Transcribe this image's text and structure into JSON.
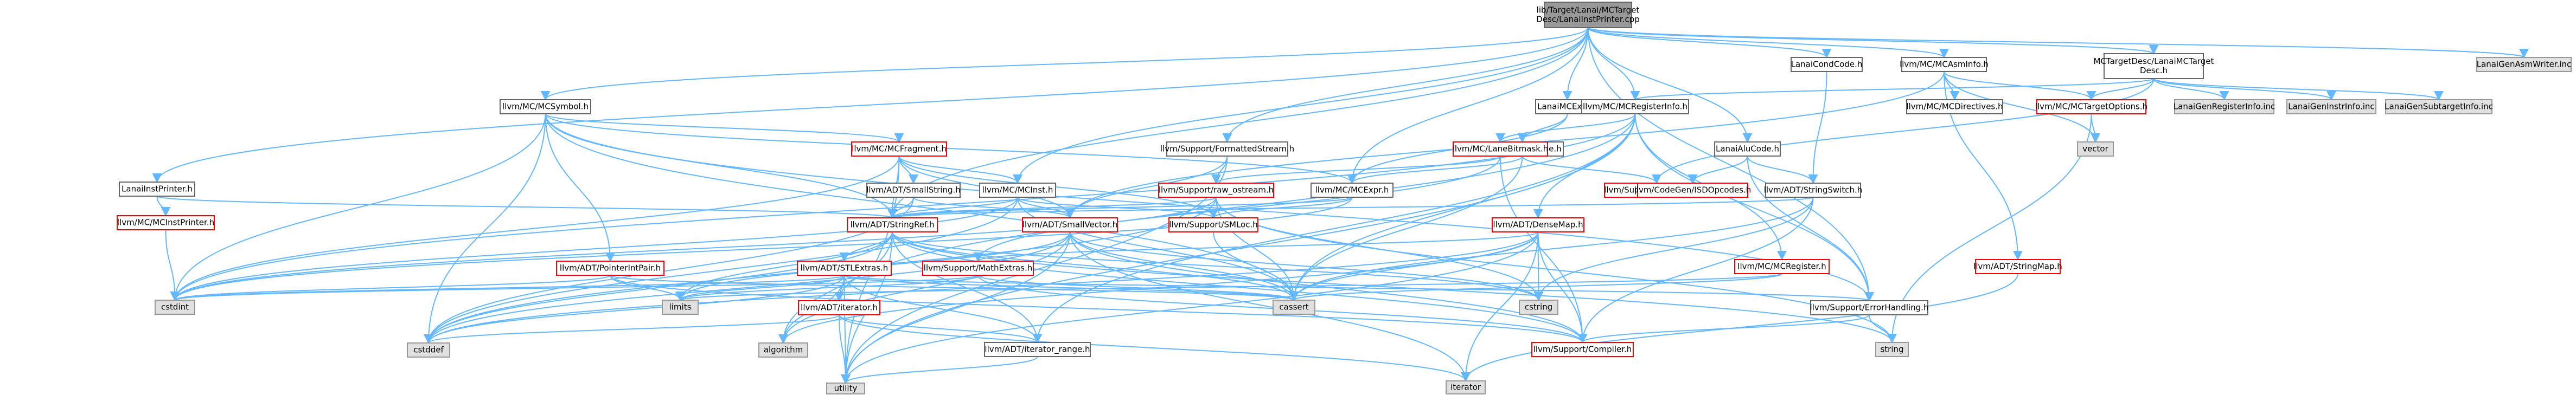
{
  "title": "lib/Target/Lanai/MCTargetDesc/LanaiInstPrinter.cpp include dependency graph",
  "nodes": [
    {
      "id": "root",
      "lines": [
        "lib/Target/Lanai/MCTarget",
        "Desc/LanaiInstPrinter.cpp"
      ],
      "style": "root"
    },
    {
      "id": "LanaiInstPrinter_h",
      "lines": [
        "LanaiInstPrinter.h"
      ],
      "style": "normal"
    },
    {
      "id": "MCInstPrinter_h",
      "lines": [
        "llvm/MC/MCInstPrinter.h"
      ],
      "style": "red"
    },
    {
      "id": "StringRef_h",
      "lines": [
        "llvm/ADT/StringRef.h"
      ],
      "style": "red"
    },
    {
      "id": "MCSymbol_h",
      "lines": [
        "llvm/MC/MCSymbol.h"
      ],
      "style": "normal"
    },
    {
      "id": "MCFragment_h",
      "lines": [
        "llvm/MC/MCFragment.h"
      ],
      "style": "red"
    },
    {
      "id": "SmallString_h",
      "lines": [
        "llvm/ADT/SmallString.h"
      ],
      "style": "normal"
    },
    {
      "id": "MCInst_h",
      "lines": [
        "llvm/MC/MCInst.h"
      ],
      "style": "normal"
    },
    {
      "id": "SmallVector_h",
      "lines": [
        "llvm/ADT/SmallVector.h"
      ],
      "style": "red"
    },
    {
      "id": "PointerIntPair_h",
      "lines": [
        "llvm/ADT/PointerIntPair.h"
      ],
      "style": "red"
    },
    {
      "id": "STLExtras_h",
      "lines": [
        "llvm/ADT/STLExtras.h"
      ],
      "style": "red"
    },
    {
      "id": "Iterator_h",
      "lines": [
        "llvm/ADT/iterator.h"
      ],
      "style": "red"
    },
    {
      "id": "MathExtras_h",
      "lines": [
        "llvm/Support/MathExtras.h"
      ],
      "style": "red"
    },
    {
      "id": "FormattedStream_h",
      "lines": [
        "llvm/Support/FormattedStream.h"
      ],
      "style": "normal"
    },
    {
      "id": "raw_ostream_h",
      "lines": [
        "llvm/Support/raw_ostream.h"
      ],
      "style": "red"
    },
    {
      "id": "SMLoc_h",
      "lines": [
        "llvm/Support/SMLoc.h"
      ],
      "style": "red"
    },
    {
      "id": "LanaiMCExpr_h",
      "lines": [
        "LanaiMCExpr.h"
      ],
      "style": "normal"
    },
    {
      "id": "MCValue_h",
      "lines": [
        "llvm/MC/MCValue.h"
      ],
      "style": "normal"
    },
    {
      "id": "MCExpr_h",
      "lines": [
        "llvm/MC/MCExpr.h"
      ],
      "style": "normal"
    },
    {
      "id": "LaneBitmask_h",
      "lines": [
        "llvm/MC/LaneBitmask.h"
      ],
      "style": "red"
    },
    {
      "id": "MCRegisterInfo_h",
      "lines": [
        "llvm/MC/MCRegisterInfo.h"
      ],
      "style": "normal"
    },
    {
      "id": "DataTypes_h",
      "lines": [
        "llvm/Support/DataTypes.h"
      ],
      "style": "red"
    },
    {
      "id": "DenseMap_h",
      "lines": [
        "llvm/ADT/DenseMap.h"
      ],
      "style": "red"
    },
    {
      "id": "MCRegister_h",
      "lines": [
        "llvm/MC/MCRegister.h"
      ],
      "style": "red"
    },
    {
      "id": "StringMap_h",
      "lines": [
        "llvm/ADT/StringMap.h"
      ],
      "style": "red"
    },
    {
      "id": "LanaiCondCode_h",
      "lines": [
        "LanaiCondCode.h"
      ],
      "style": "normal"
    },
    {
      "id": "LanaiAluCode_h",
      "lines": [
        "LanaiAluCode.h"
      ],
      "style": "normal"
    },
    {
      "id": "ISDOpcodes_h",
      "lines": [
        "llvm/CodeGen/ISDOpcodes.h"
      ],
      "style": "red"
    },
    {
      "id": "StringSwitch_h",
      "lines": [
        "llvm/ADT/StringSwitch.h"
      ],
      "style": "normal"
    },
    {
      "id": "ErrorHandling_h",
      "lines": [
        "llvm/Support/ErrorHandling.h"
      ],
      "style": "normal"
    },
    {
      "id": "Compiler_h",
      "lines": [
        "llvm/Support/Compiler.h"
      ],
      "style": "red"
    },
    {
      "id": "MCAsmInfo_h",
      "lines": [
        "llvm/MC/MCAsmInfo.h"
      ],
      "style": "normal"
    },
    {
      "id": "MCDirectives_h",
      "lines": [
        "llvm/MC/MCDirectives.h"
      ],
      "style": "normal"
    },
    {
      "id": "MCTargetOptions_h",
      "lines": [
        "llvm/MC/MCTargetOptions.h"
      ],
      "style": "red"
    },
    {
      "id": "LanaiMCTargetDesc_h",
      "lines": [
        "MCTargetDesc/LanaiMCTarget",
        "Desc.h"
      ],
      "style": "normal"
    },
    {
      "id": "LanaiGenRegisterInfo_inc",
      "lines": [
        "LanaiGenRegisterInfo.inc"
      ],
      "style": "gray"
    },
    {
      "id": "LanaiGenInstrInfo_inc",
      "lines": [
        "LanaiGenInstrInfo.inc"
      ],
      "style": "gray"
    },
    {
      "id": "LanaiGenSubtargetInfo_inc",
      "lines": [
        "LanaiGenSubtargetInfo.inc"
      ],
      "style": "gray"
    },
    {
      "id": "LanaiGenAsmWriter_inc",
      "lines": [
        "LanaiGenAsmWriter.inc"
      ],
      "style": "gray"
    },
    {
      "id": "Iterator_range_h",
      "lines": [
        "llvm/ADT/iterator_range.h"
      ],
      "style": "normal"
    },
    {
      "id": "cstdint",
      "lines": [
        "cstdint"
      ],
      "style": "gray"
    },
    {
      "id": "limits",
      "lines": [
        "limits"
      ],
      "style": "gray"
    },
    {
      "id": "cassert",
      "lines": [
        "cassert"
      ],
      "style": "gray"
    },
    {
      "id": "cstring",
      "lines": [
        "cstring"
      ],
      "style": "gray"
    },
    {
      "id": "cstddef",
      "lines": [
        "cstddef"
      ],
      "style": "gray"
    },
    {
      "id": "algorithm",
      "lines": [
        "algorithm"
      ],
      "style": "gray"
    },
    {
      "id": "utility",
      "lines": [
        "utility"
      ],
      "style": "gray"
    },
    {
      "id": "iterator",
      "lines": [
        "iterator"
      ],
      "style": "gray"
    },
    {
      "id": "string",
      "lines": [
        "string"
      ],
      "style": "gray"
    },
    {
      "id": "vector",
      "lines": [
        "vector"
      ],
      "style": "gray"
    }
  ],
  "edges": [
    [
      "root",
      "LanaiInstPrinter_h"
    ],
    [
      "root",
      "MCSymbol_h"
    ],
    [
      "root",
      "MCExpr_h"
    ],
    [
      "root",
      "MCInst_h"
    ],
    [
      "root",
      "FormattedStream_h"
    ],
    [
      "root",
      "LanaiMCExpr_h"
    ],
    [
      "root",
      "MCRegisterInfo_h"
    ],
    [
      "root",
      "LanaiCondCode_h"
    ],
    [
      "root",
      "LanaiAluCode_h"
    ],
    [
      "root",
      "MCAsmInfo_h"
    ],
    [
      "root",
      "LanaiMCTargetDesc_h"
    ],
    [
      "root",
      "LanaiGenAsmWriter_inc"
    ],
    [
      "root",
      "ErrorHandling_h"
    ],
    [
      "root",
      "StringRef_h"
    ],
    [
      "LanaiInstPrinter_h",
      "MCInstPrinter_h"
    ],
    [
      "LanaiInstPrinter_h",
      "StringRef_h"
    ],
    [
      "MCInstPrinter_h",
      "cstdint"
    ],
    [
      "MCSymbol_h",
      "MCFragment_h"
    ],
    [
      "MCSymbol_h",
      "StringRef_h"
    ],
    [
      "MCSymbol_h",
      "PointerIntPair_h"
    ],
    [
      "MCSymbol_h",
      "MCExpr_h"
    ],
    [
      "MCSymbol_h",
      "ErrorHandling_h"
    ],
    [
      "MCSymbol_h",
      "cassert"
    ],
    [
      "MCSymbol_h",
      "cstddef"
    ],
    [
      "MCSymbol_h",
      "cstdint"
    ],
    [
      "MCFragment_h",
      "SmallString_h"
    ],
    [
      "MCFragment_h",
      "SmallVector_h"
    ],
    [
      "MCFragment_h",
      "StringRef_h"
    ],
    [
      "MCFragment_h",
      "MCInst_h"
    ],
    [
      "MCFragment_h",
      "SMLoc_h"
    ],
    [
      "MCFragment_h",
      "utility"
    ],
    [
      "MCFragment_h",
      "cstdint"
    ],
    [
      "SmallString_h",
      "SmallVector_h"
    ],
    [
      "SmallString_h",
      "StringRef_h"
    ],
    [
      "SmallString_h",
      "cstddef"
    ],
    [
      "MCInst_h",
      "SmallVector_h"
    ],
    [
      "MCInst_h",
      "StringRef_h"
    ],
    [
      "MCInst_h",
      "SMLoc_h"
    ],
    [
      "MCInst_h",
      "cassert"
    ],
    [
      "MCInst_h",
      "cstddef"
    ],
    [
      "MCInst_h",
      "cstdint"
    ],
    [
      "SmallVector_h",
      "Compiler_h"
    ],
    [
      "SmallVector_h",
      "algorithm"
    ],
    [
      "SmallVector_h",
      "cassert"
    ],
    [
      "SmallVector_h",
      "cstddef"
    ],
    [
      "SmallVector_h",
      "cstring"
    ],
    [
      "SmallVector_h",
      "iterator"
    ],
    [
      "SmallVector_h",
      "limits"
    ],
    [
      "SmallVector_h",
      "utility"
    ],
    [
      "StringRef_h",
      "STLExtras_h"
    ],
    [
      "StringRef_h",
      "Iterator_range_h"
    ],
    [
      "StringRef_h",
      "Compiler_h"
    ],
    [
      "StringRef_h",
      "algorithm"
    ],
    [
      "StringRef_h",
      "cassert"
    ],
    [
      "StringRef_h",
      "cstddef"
    ],
    [
      "StringRef_h",
      "cstring"
    ],
    [
      "StringRef_h",
      "limits"
    ],
    [
      "StringRef_h",
      "string"
    ],
    [
      "StringRef_h",
      "utility"
    ],
    [
      "PointerIntPair_h",
      "Compiler_h"
    ],
    [
      "PointerIntPair_h",
      "cassert"
    ],
    [
      "PointerIntPair_h",
      "cstdint"
    ],
    [
      "PointerIntPair_h",
      "limits"
    ],
    [
      "STLExtras_h",
      "Iterator_h"
    ],
    [
      "STLExtras_h",
      "Iterator_range_h"
    ],
    [
      "STLExtras_h",
      "ErrorHandling_h"
    ],
    [
      "STLExtras_h",
      "algorithm"
    ],
    [
      "STLExtras_h",
      "cassert"
    ],
    [
      "STLExtras_h",
      "cstddef"
    ],
    [
      "STLExtras_h",
      "cstdint"
    ],
    [
      "STLExtras_h",
      "limits"
    ],
    [
      "STLExtras_h",
      "utility"
    ],
    [
      "Iterator_h",
      "Iterator_range_h"
    ],
    [
      "Iterator_h",
      "cstddef"
    ],
    [
      "Iterator_h",
      "iterator"
    ],
    [
      "Iterator_h",
      "utility"
    ],
    [
      "Iterator_range_h",
      "utility"
    ],
    [
      "MathExtras_h",
      "Compiler_h"
    ],
    [
      "MathExtras_h",
      "cassert"
    ],
    [
      "MathExtras_h",
      "cstdint"
    ],
    [
      "MathExtras_h",
      "limits"
    ],
    [
      "FormattedStream_h",
      "SmallVector_h"
    ],
    [
      "FormattedStream_h",
      "raw_ostream_h"
    ],
    [
      "FormattedStream_h",
      "utility"
    ],
    [
      "raw_ostream_h",
      "StringRef_h"
    ],
    [
      "raw_ostream_h",
      "cassert"
    ],
    [
      "raw_ostream_h",
      "cstddef"
    ],
    [
      "raw_ostream_h",
      "cstdint"
    ],
    [
      "raw_ostream_h",
      "cstring"
    ],
    [
      "raw_ostream_h",
      "string"
    ],
    [
      "SMLoc_h",
      "cassert"
    ],
    [
      "LanaiMCExpr_h",
      "MCExpr_h"
    ],
    [
      "LanaiMCExpr_h",
      "MCValue_h"
    ],
    [
      "MCValue_h",
      "MCExpr_h"
    ],
    [
      "MCValue_h",
      "DataTypes_h"
    ],
    [
      "MCValue_h",
      "cassert"
    ],
    [
      "MCExpr_h",
      "SMLoc_h"
    ],
    [
      "MCExpr_h",
      "cstdint"
    ],
    [
      "MCExpr_h",
      "StringRef_h"
    ],
    [
      "MCRegisterInfo_h",
      "DenseMap_h"
    ],
    [
      "MCRegisterInfo_h",
      "Iterator_h"
    ],
    [
      "MCRegisterInfo_h",
      "Iterator_range_h"
    ],
    [
      "MCRegisterInfo_h",
      "LaneBitmask_h"
    ],
    [
      "MCRegisterInfo_h",
      "MCRegister_h"
    ],
    [
      "MCRegisterInfo_h",
      "ErrorHandling_h"
    ],
    [
      "MCRegisterInfo_h",
      "cassert"
    ],
    [
      "MCRegisterInfo_h",
      "cstdint"
    ],
    [
      "MCRegisterInfo_h",
      "utility"
    ],
    [
      "LaneBitmask_h",
      "Compiler_h"
    ],
    [
      "LaneBitmask_h",
      "MathExtras_h"
    ],
    [
      "LaneBitmask_h",
      "raw_ostream_h"
    ],
    [
      "DenseMap_h",
      "MathExtras_h"
    ],
    [
      "DenseMap_h",
      "Compiler_h"
    ],
    [
      "DenseMap_h",
      "algorithm"
    ],
    [
      "DenseMap_h",
      "cassert"
    ],
    [
      "DenseMap_h",
      "cstddef"
    ],
    [
      "DenseMap_h",
      "cstring"
    ],
    [
      "DenseMap_h",
      "iterator"
    ],
    [
      "DenseMap_h",
      "utility"
    ],
    [
      "MCRegister_h",
      "cassert"
    ],
    [
      "MCRegister_h",
      "limits"
    ],
    [
      "LanaiCondCode_h",
      "StringSwitch_h"
    ],
    [
      "LanaiAluCode_h",
      "ISDOpcodes_h"
    ],
    [
      "LanaiAluCode_h",
      "StringSwitch_h"
    ],
    [
      "LanaiAluCode_h",
      "ErrorHandling_h"
    ],
    [
      "StringSwitch_h",
      "StringRef_h"
    ],
    [
      "StringSwitch_h",
      "Compiler_h"
    ],
    [
      "StringSwitch_h",
      "cassert"
    ],
    [
      "StringSwitch_h",
      "cstring"
    ],
    [
      "ErrorHandling_h",
      "Compiler_h"
    ],
    [
      "ErrorHandling_h",
      "string"
    ],
    [
      "MCAsmInfo_h",
      "MCDirectives_h"
    ],
    [
      "MCAsmInfo_h",
      "MCTargetOptions_h"
    ],
    [
      "MCAsmInfo_h",
      "SmallVector_h"
    ],
    [
      "MCAsmInfo_h",
      "StringMap_h"
    ],
    [
      "MCAsmInfo_h",
      "vector"
    ],
    [
      "MCTargetOptions_h",
      "string"
    ],
    [
      "MCTargetOptions_h",
      "vector"
    ],
    [
      "LanaiMCTargetDesc_h",
      "MCRegisterInfo_h"
    ],
    [
      "LanaiMCTargetDesc_h",
      "DataTypes_h"
    ],
    [
      "LanaiMCTargetDesc_h",
      "LanaiGenRegisterInfo_inc"
    ],
    [
      "LanaiMCTargetDesc_h",
      "LanaiGenInstrInfo_inc"
    ],
    [
      "LanaiMCTargetDesc_h",
      "LanaiGenSubtargetInfo_inc"
    ],
    [
      "LanaiMCTargetDesc_h",
      "MCTargetOptions_h"
    ],
    [
      "StringMap_h",
      "iterator"
    ]
  ]
}
